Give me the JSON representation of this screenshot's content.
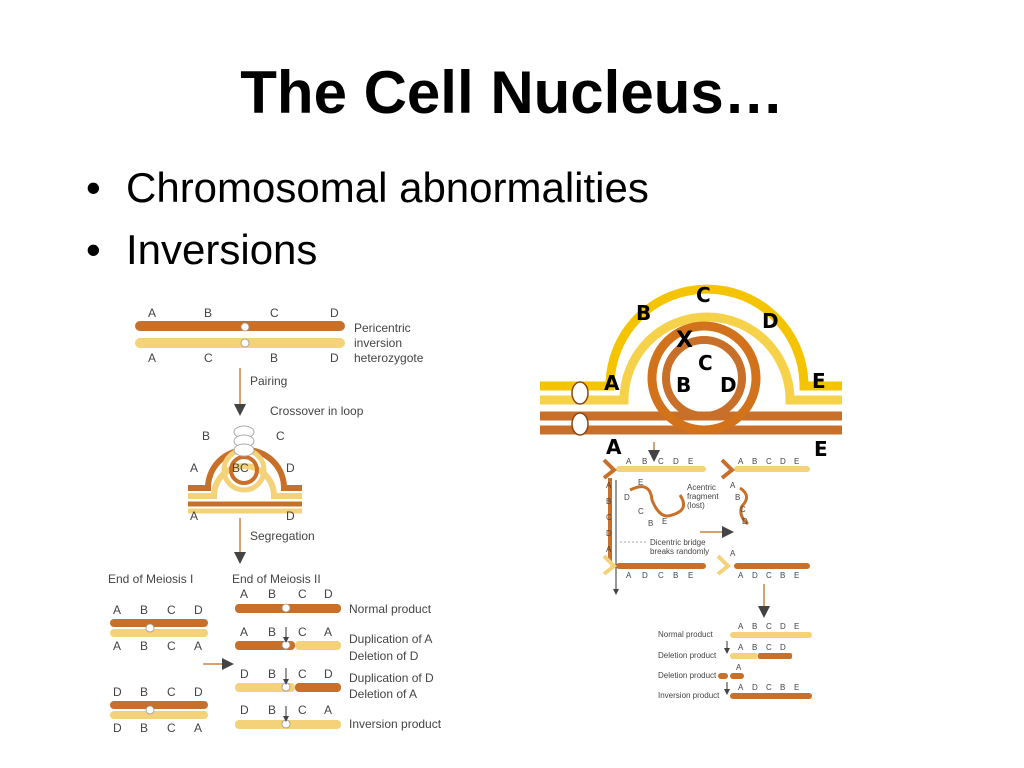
{
  "slide": {
    "title": "The Cell Nucleus…",
    "bullets": [
      "Chromosomal abnormalities",
      "Inversions"
    ]
  },
  "left_figure": {
    "top_letters": [
      "A",
      "B",
      "C",
      "D"
    ],
    "bottom_letters": [
      "A",
      "C",
      "B",
      "D"
    ],
    "heterozygote_label": [
      "Pericentric",
      "inversion",
      "heterozygote"
    ],
    "step_pairing": "Pairing",
    "step_crossover": "Crossover in loop",
    "loop_letters": {
      "b": "B",
      "c": "C",
      "a": "A",
      "bc": "BC",
      "d": "D",
      "a2": "A",
      "d2": "D"
    },
    "step_segregation": "Segregation",
    "end_meiosis_1": "End of Meiosis I",
    "end_meiosis_2": "End of Meiosis II",
    "meiosis1_rows": [
      [
        "A",
        "B",
        "C",
        "D"
      ],
      [
        "A",
        "B",
        "C",
        "A"
      ],
      [
        "D",
        "B",
        "C",
        "D"
      ],
      [
        "D",
        "B",
        "C",
        "A"
      ]
    ],
    "meiosis2_rows": [
      [
        "A",
        "B",
        "C",
        "D"
      ],
      [
        "A",
        "B",
        "C",
        "A"
      ],
      [
        "D",
        "B",
        "C",
        "D"
      ],
      [
        "D",
        "B",
        "C",
        "A"
      ]
    ],
    "product_labels": [
      "Normal product",
      "Duplication of A",
      "Deletion of D",
      "Duplication of D",
      "Deletion of A",
      "Inversion product"
    ]
  },
  "right_figure": {
    "loop_letters": {
      "c_top": "C",
      "b": "B",
      "d": "D",
      "x": "X",
      "c_inner": "C",
      "a": "A",
      "b_inner": "B",
      "d_inner": "D",
      "e": "E",
      "a_low": "A",
      "e_low": "E"
    },
    "small_top_letters": [
      "A",
      "B",
      "C",
      "D",
      "E"
    ],
    "small_right_letters": [
      "A",
      "B",
      "C",
      "D",
      "E"
    ],
    "vertical_letters": [
      "A",
      "B",
      "C",
      "D",
      "A"
    ],
    "acentric_label": [
      "Acentric",
      "fragment",
      "(lost)"
    ],
    "fragment_letters": [
      "E",
      "D",
      "C",
      "B",
      "E"
    ],
    "right_vertical_letters": [
      "A",
      "B",
      "C",
      "D"
    ],
    "dicentric_label": [
      "Dicentric bridge",
      "breaks randomly"
    ],
    "bottom_left_letters": [
      "A",
      "D",
      "C",
      "B",
      "E"
    ],
    "bottom_right_a": "A",
    "bottom_right_letters": [
      "A",
      "D",
      "C",
      "B",
      "E"
    ],
    "products": [
      {
        "label": "Normal product",
        "letters": [
          "A",
          "B",
          "C",
          "D",
          "E"
        ]
      },
      {
        "label": "Deletion product",
        "letters": [
          "A",
          "B",
          "C",
          "D"
        ]
      },
      {
        "label": "Deletion product",
        "letters": [
          "A"
        ]
      },
      {
        "label": "Inversion product",
        "letters": [
          "A",
          "D",
          "C",
          "B",
          "E"
        ]
      }
    ]
  }
}
